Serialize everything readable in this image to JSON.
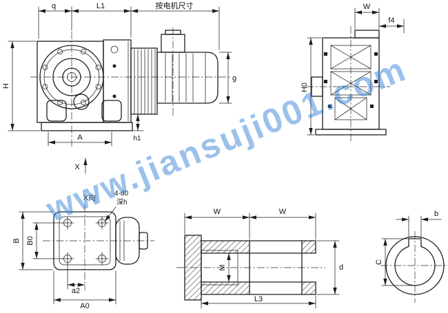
{
  "watermark": "www.jiansuji001.com",
  "front_view": {
    "dim_q": "q",
    "dim_L1": "L1",
    "motor_note": "按电机尺寸",
    "dim_H": "H",
    "dim_A": "A",
    "dim_h1": "h1",
    "dim_g": "g",
    "view_arrow": "X"
  },
  "side_view": {
    "dim_W": "W",
    "dim_f4": "f4",
    "dim_H0": "H0"
  },
  "x_view": {
    "title": "X向",
    "holes_label": "4-d0",
    "depth_label": "深h",
    "dim_B": "B",
    "dim_B0": "B0",
    "dim_a2": "a2",
    "dim_A0": "A0"
  },
  "shaft_view": {
    "dim_W_left": "W",
    "dim_W_right": "W",
    "dim_M": "M",
    "dim_d": "d",
    "dim_L3": "L3"
  },
  "section_view": {
    "dim_b": "b",
    "dim_C": "C"
  }
}
